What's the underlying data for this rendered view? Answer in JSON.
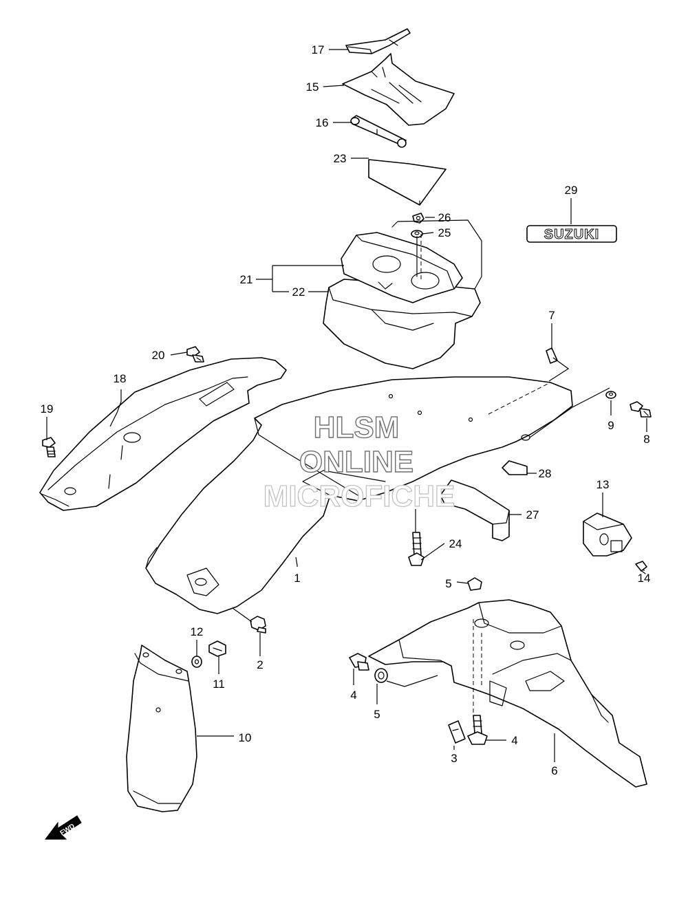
{
  "callouts": {
    "c1": "1",
    "c2": "2",
    "c3": "3",
    "c4a": "4",
    "c4b": "4",
    "c5a": "5",
    "c5b": "5",
    "c6": "6",
    "c7": "7",
    "c8": "8",
    "c9": "9",
    "c10": "10",
    "c11": "11",
    "c12": "12",
    "c13": "13",
    "c14": "14",
    "c15": "15",
    "c16": "16",
    "c17": "17",
    "c18": "18",
    "c19": "19",
    "c20": "20",
    "c21": "21",
    "c22": "22",
    "c23": "23",
    "c24": "24",
    "c25": "25",
    "c26": "26",
    "c27": "27",
    "c28": "28",
    "c29": "29"
  },
  "emblem": {
    "text": "SUZUKI"
  },
  "fwd": {
    "text": "FWD"
  },
  "watermark": {
    "line1": "HLSM",
    "line2": "ONLINE",
    "line3": "MICROFICHE"
  }
}
